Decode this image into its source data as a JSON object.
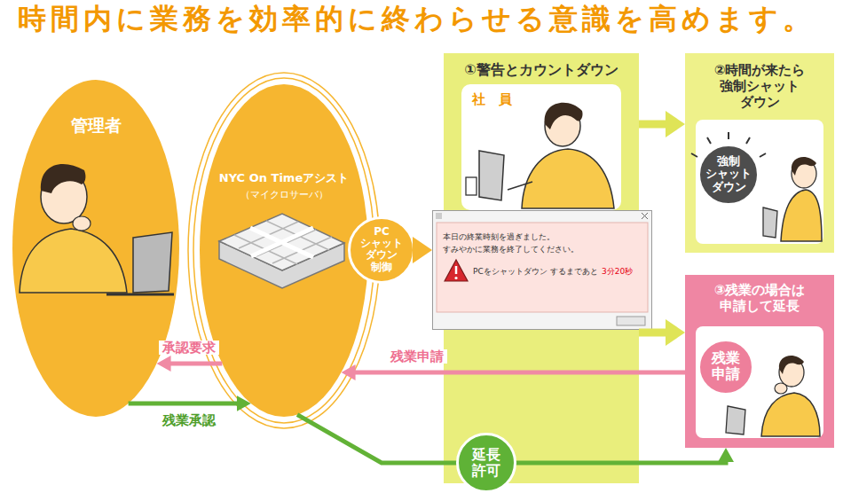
{
  "diagram": {
    "title": "時間内に業務を効率的に終わらせる意識を高めます。",
    "nodes": [
      {
        "text": [
          "管理者"
        ]
      },
      {
        "text": [
          "NYC On Timeアシスト",
          "（マイクロサーバ）"
        ]
      },
      {
        "text": [
          "PC シャット ダウン 制御"
        ]
      },
      {
        "text": [
          "①警告とカウントダウン"
        ]
      },
      {
        "text": [
          "社　員"
        ],
        "in": 3
      },
      {
        "text": [
          "本日の終業時刻を過ぎました。 すみやかに業務を終了してください。",
          "PCをシャットダウン するまであと",
          "3分20秒"
        ]
      },
      {
        "text": [
          "②時間が来たら 強制シャット ダウン"
        ]
      },
      {
        "text": [
          "強制 シャット ダウン"
        ],
        "in": 6
      },
      {
        "text": [
          "③残業の場合は 申請して延長"
        ]
      },
      {
        "text": [
          "残業 申請"
        ],
        "in": 8
      }
    ],
    "edges": [
      {
        "from": 2,
        "to": 5,
        "arrow": "to"
      },
      {
        "from": 3,
        "to": 6,
        "arrow": "to"
      },
      {
        "from": 3,
        "to": 8,
        "arrow": "to"
      },
      {
        "from": 8,
        "to": 1,
        "label": "残業申請",
        "arrow": "to"
      },
      {
        "from": 1,
        "to": 0,
        "label": "承認要求",
        "arrow": "to"
      },
      {
        "from": 0,
        "to": 1,
        "label": "残業承認",
        "arrow": "to"
      },
      {
        "from": 1,
        "to": 8,
        "label": "延長 許可",
        "arrow": "to"
      }
    ]
  }
}
